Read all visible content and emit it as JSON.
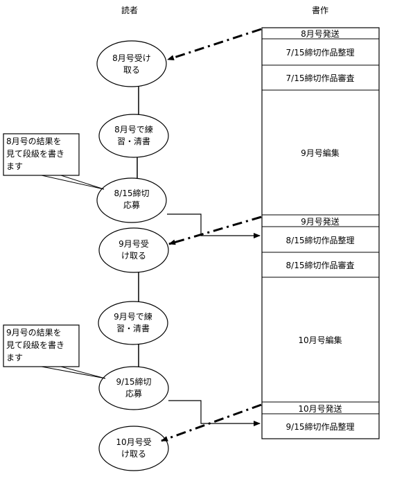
{
  "headers": {
    "reader": "読者",
    "publisher": "書作"
  },
  "reader": {
    "aug_receive": [
      "8月号受け",
      "取る"
    ],
    "aug_practice": [
      "8月号で練",
      "習・清書"
    ],
    "aug_submit": [
      "8/15締切",
      "応募"
    ],
    "sep_receive": [
      "9月号受",
      "け取る"
    ],
    "sep_practice": [
      "9月号で練",
      "習・清書"
    ],
    "sep_submit": [
      "9/15締切",
      "応募"
    ],
    "oct_receive": [
      "10月号受",
      "け取る"
    ]
  },
  "callouts": {
    "aug": [
      "8月号の結果を",
      "見て段級を書き",
      "ます"
    ],
    "sep": [
      "9月号の結果を",
      "見て段級を書き",
      "ます"
    ]
  },
  "publisher": {
    "rows": [
      "8月号発送",
      "7/15締切作品整理",
      "7/15締切作品審査",
      "9月号編集",
      "9月号発送",
      "8/15締切作品整理",
      "8/15締切作品審査",
      "10月号編集",
      "10月号発送",
      "9/15締切作品整理"
    ]
  }
}
